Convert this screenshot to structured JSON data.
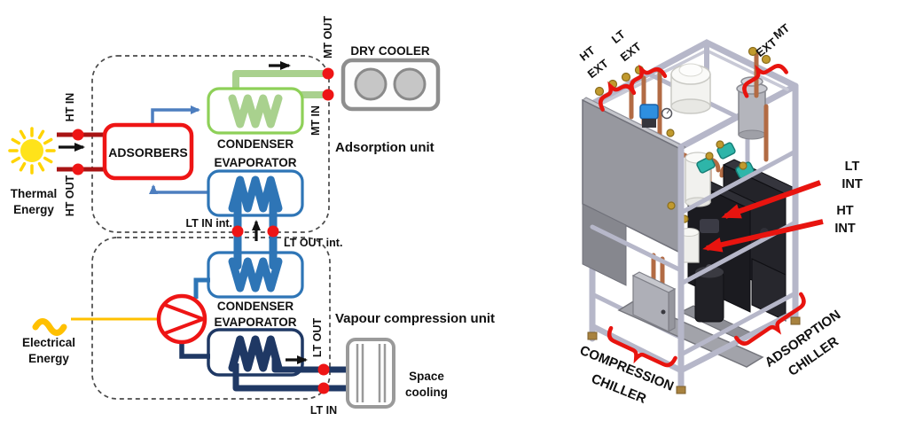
{
  "colors": {
    "red": "#ee1515",
    "dark_red": "#a81414",
    "green_pipe": "#a9d18e",
    "green_border": "#8ed058",
    "blue": "#2e75b6",
    "navy": "#1f3864",
    "arrow_blue": "#4d7ebf",
    "sun_yellow": "#ffe31a",
    "amber": "#ffc000",
    "grey": "#9a9a9a",
    "annotation_red": "#e8140f",
    "frame_grey": "#b6b7c9",
    "copper": "#b26b44",
    "teal_pump": "#2eb5a9"
  },
  "left": {
    "thermal_source": {
      "line1": "Thermal",
      "line2": "Energy"
    },
    "electrical_source": {
      "line1": "Electrical",
      "line2": "Energy"
    },
    "adsorption_unit": {
      "title": "Adsorption unit",
      "adsorbers": "ADSORBERS",
      "condenser": "CONDENSER",
      "evaporator": "EVAPORATOR",
      "dry_cooler": "DRY COOLER"
    },
    "compression_unit": {
      "title": "Vapour compression unit",
      "condenser": "CONDENSER",
      "evaporator": "EVAPORATOR",
      "space_cooling_line1": "Space",
      "space_cooling_line2": "cooling"
    },
    "ports": {
      "ht_in": "HT IN",
      "ht_out": "HT OUT",
      "mt_out": "MT OUT",
      "mt_in": "MT IN",
      "lt_in_int": "LT IN int.",
      "lt_out_int": "LT OUT int.",
      "lt_out": "LT OUT",
      "lt_in": "LT IN"
    }
  },
  "right": {
    "connections": {
      "ht_ext_1": "HT",
      "ht_ext_2": "EXT",
      "lt_ext_1": "LT",
      "lt_ext_2": "EXT",
      "mt_ext_1": "MT",
      "mt_ext_2": "EXT",
      "lt_int_1": "LT",
      "lt_int_2": "INT",
      "ht_int_1": "HT",
      "ht_int_2": "INT"
    },
    "units": {
      "compression_1": "COMPRESSION",
      "compression_2": "CHILLER",
      "adsorption_1": "ADSORPTION",
      "adsorption_2": "CHILLER"
    }
  }
}
